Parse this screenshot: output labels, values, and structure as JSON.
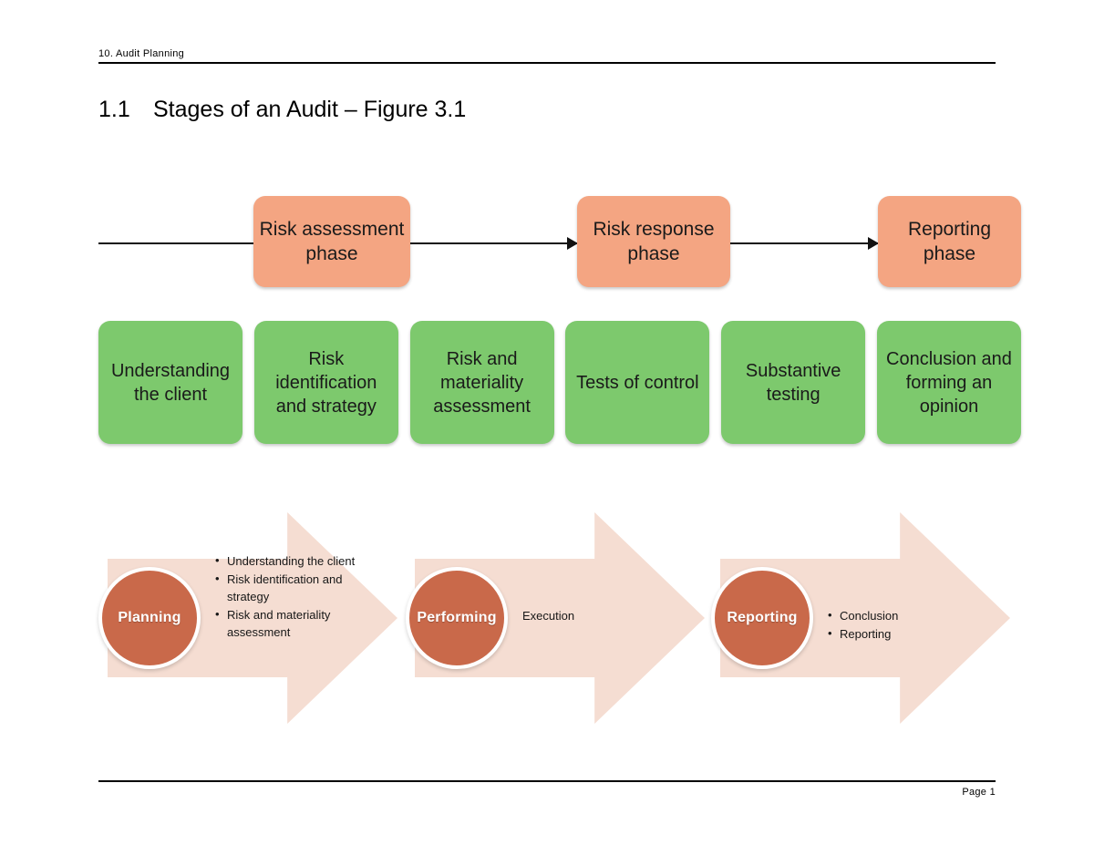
{
  "document": {
    "running_header": "10.  Audit Planning",
    "footer_page_label": "Page 1",
    "heading": {
      "number": "1.1",
      "title": "Stages of an Audit – Figure 3.1"
    }
  },
  "colors": {
    "phase_box": "#F4A582",
    "stage_box": "#7DC96D",
    "chevron_fill": "#F5DDD2",
    "circle_fill": "#C9694A",
    "circle_text": "#FFFFFF",
    "rule": "#000000"
  },
  "figure": {
    "phase_row": {
      "boxes": [
        {
          "label": "Risk assessment phase"
        },
        {
          "label": "Risk response phase"
        },
        {
          "label": "Reporting phase"
        }
      ],
      "connectors": [
        {
          "has_arrowhead": false
        },
        {
          "has_arrowhead": true
        },
        {
          "has_arrowhead": true
        }
      ]
    },
    "stage_row": {
      "boxes": [
        {
          "label": "Understanding the client"
        },
        {
          "label": "Risk identification and strategy"
        },
        {
          "label": "Risk and materiality assessment"
        },
        {
          "label": "Tests of control"
        },
        {
          "label": "Substantive testing"
        },
        {
          "label": "Conclusion and forming an opinion"
        }
      ]
    },
    "chevron_row": {
      "groups": [
        {
          "circle_label": "Planning",
          "bullets": [
            "Understanding the client",
            "Risk identification and strategy",
            "Risk and materiality assessment"
          ],
          "plain_text": ""
        },
        {
          "circle_label": "Performing",
          "bullets": [],
          "plain_text": "Execution"
        },
        {
          "circle_label": "Reporting",
          "bullets": [
            "Conclusion",
            "Reporting"
          ],
          "plain_text": ""
        }
      ]
    }
  }
}
